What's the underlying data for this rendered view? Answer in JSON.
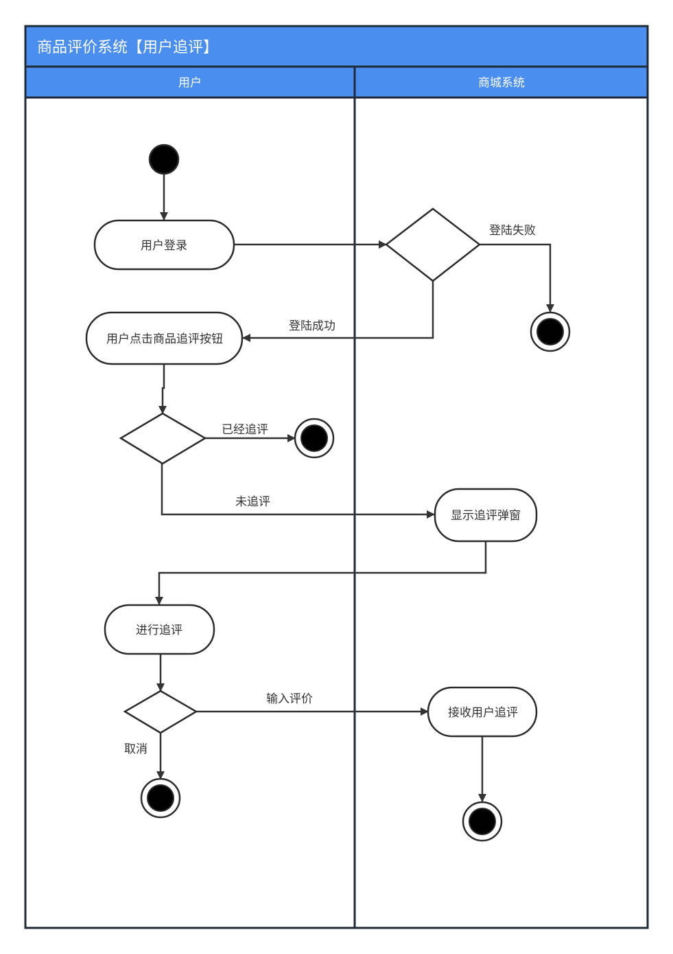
{
  "diagram": {
    "title": "商品评价系统【用户追评】",
    "colors": {
      "header_fill": "#4a8ef0",
      "frame_stroke": "#1e2a36",
      "node_stroke": "#2b2b2b",
      "text": "#333333"
    },
    "lanes": [
      {
        "id": "user",
        "label": "用户"
      },
      {
        "id": "mall",
        "label": "商城系统"
      }
    ],
    "nodes": [
      {
        "id": "start",
        "type": "initial",
        "lane": "user"
      },
      {
        "id": "login",
        "type": "action",
        "lane": "user",
        "label": "用户登录"
      },
      {
        "id": "login_check",
        "type": "decision",
        "lane": "mall"
      },
      {
        "id": "end_login_fail",
        "type": "final",
        "lane": "mall"
      },
      {
        "id": "click_followup",
        "type": "action",
        "lane": "user",
        "label": "用户点击商品追评按钮"
      },
      {
        "id": "followup_check",
        "type": "decision",
        "lane": "user"
      },
      {
        "id": "end_already",
        "type": "final",
        "lane": "user"
      },
      {
        "id": "show_popup",
        "type": "action",
        "lane": "mall",
        "label": "显示追评弹窗"
      },
      {
        "id": "do_followup",
        "type": "action",
        "lane": "user",
        "label": "进行追评"
      },
      {
        "id": "input_check",
        "type": "decision",
        "lane": "user"
      },
      {
        "id": "end_cancel",
        "type": "final",
        "lane": "user"
      },
      {
        "id": "receive_followup",
        "type": "action",
        "lane": "mall",
        "label": "接收用户追评"
      },
      {
        "id": "end_received",
        "type": "final",
        "lane": "mall"
      }
    ],
    "edges": [
      {
        "from": "start",
        "to": "login",
        "label": ""
      },
      {
        "from": "login",
        "to": "login_check",
        "label": ""
      },
      {
        "from": "login_check",
        "to": "end_login_fail",
        "label": "登陆失败"
      },
      {
        "from": "login_check",
        "to": "click_followup",
        "label": "登陆成功"
      },
      {
        "from": "click_followup",
        "to": "followup_check",
        "label": ""
      },
      {
        "from": "followup_check",
        "to": "end_already",
        "label": "已经追评"
      },
      {
        "from": "followup_check",
        "to": "show_popup",
        "label": "未追评"
      },
      {
        "from": "show_popup",
        "to": "do_followup",
        "label": ""
      },
      {
        "from": "do_followup",
        "to": "input_check",
        "label": ""
      },
      {
        "from": "input_check",
        "to": "receive_followup",
        "label": "输入评价"
      },
      {
        "from": "input_check",
        "to": "end_cancel",
        "label": "取消"
      },
      {
        "from": "receive_followup",
        "to": "end_received",
        "label": ""
      }
    ]
  }
}
